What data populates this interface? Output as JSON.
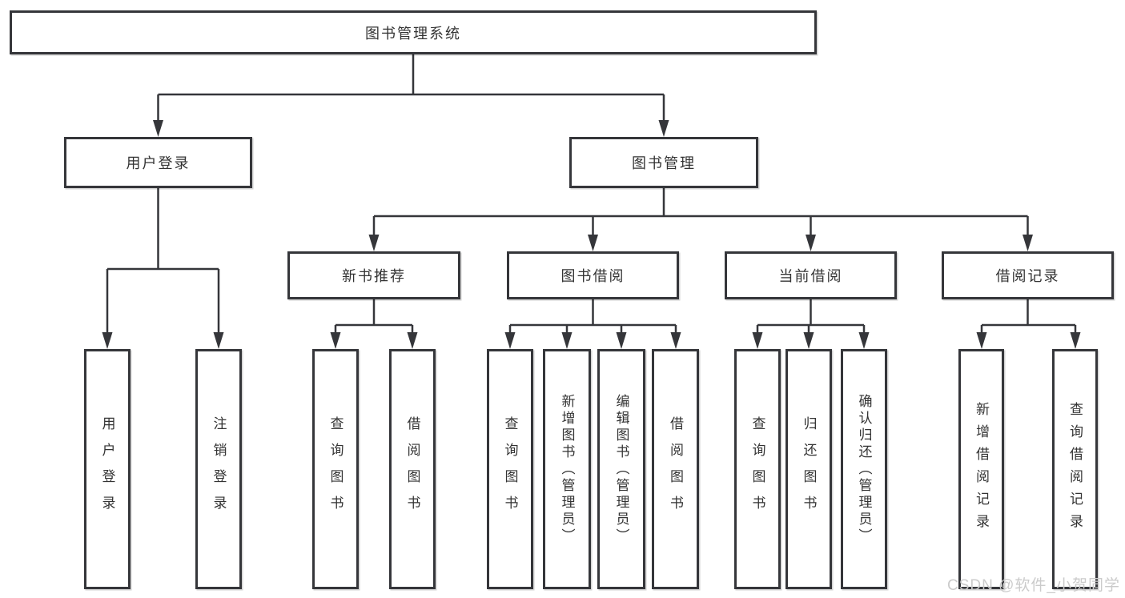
{
  "colors": {
    "line": "#35363a",
    "text": "#333333",
    "background": "#ffffff",
    "watermark": "#cbcbcb"
  },
  "tree": {
    "root": {
      "label": "图书管理系统"
    },
    "branches": [
      {
        "label": "用户登录",
        "children": [
          {
            "label": "用户登录"
          },
          {
            "label": "注销登录"
          }
        ]
      },
      {
        "label": "图书管理",
        "children": [
          {
            "label": "新书推荐",
            "children": [
              {
                "label": "查询图书"
              },
              {
                "label": "借阅图书"
              }
            ]
          },
          {
            "label": "图书借阅",
            "children": [
              {
                "label": "查询图书"
              },
              {
                "label": "新增图书（管理员）"
              },
              {
                "label": "编辑图书（管理员）"
              },
              {
                "label": "借阅图书"
              }
            ]
          },
          {
            "label": "当前借阅",
            "children": [
              {
                "label": "查询图书"
              },
              {
                "label": "归还图书"
              },
              {
                "label": "确认归还（管理员）"
              }
            ]
          },
          {
            "label": "借阅记录",
            "children": [
              {
                "label": "新增借阅记录"
              },
              {
                "label": "查询借阅记录"
              }
            ]
          }
        ]
      }
    ]
  },
  "watermark": {
    "text": "CSDN @软件_小贺同学"
  }
}
